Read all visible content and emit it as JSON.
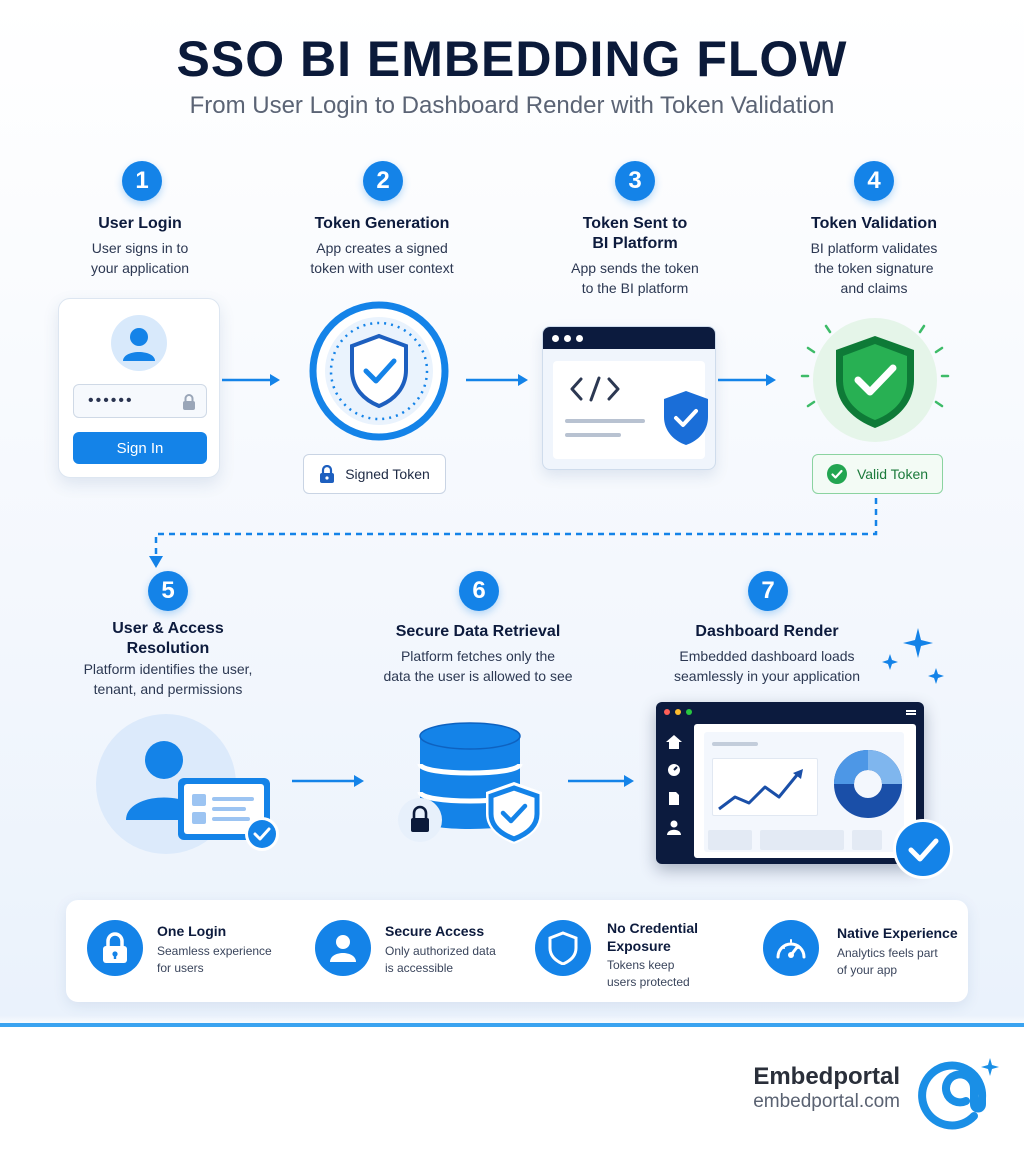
{
  "header": {
    "title": "SSO BI EMBEDDING FLOW",
    "subtitle": "From User Login to Dashboard Render with Token Validation"
  },
  "steps": [
    {
      "number": "1",
      "title_lines": [
        "User Login"
      ],
      "desc_lines": [
        "User signs in to",
        "your application"
      ]
    },
    {
      "number": "2",
      "title_lines": [
        "Token Generation"
      ],
      "desc_lines": [
        "App creates a signed",
        "token with user context"
      ]
    },
    {
      "number": "3",
      "title_lines": [
        "Token Sent to",
        "BI Platform"
      ],
      "desc_lines": [
        "App sends the token",
        "to the BI platform"
      ]
    },
    {
      "number": "4",
      "title_lines": [
        "Token Validation"
      ],
      "desc_lines": [
        "BI platform validates",
        "the token signature",
        "and claims"
      ]
    },
    {
      "number": "5",
      "title_lines": [
        "User & Access",
        "Resolution"
      ],
      "desc_lines": [
        "Platform identifies the user,",
        "tenant, and permissions"
      ]
    },
    {
      "number": "6",
      "title_lines": [
        "Secure Data Retrieval"
      ],
      "desc_lines": [
        "Platform fetches only the",
        "data the user is allowed to see"
      ]
    },
    {
      "number": "7",
      "title_lines": [
        "Dashboard Render"
      ],
      "desc_lines": [
        "Embedded dashboard loads",
        "seamlessly in your application"
      ]
    }
  ],
  "login_card": {
    "password_mask": "••••••",
    "signin_label": "Sign In"
  },
  "badges": {
    "signed_token": "Signed Token",
    "valid_token": "Valid Token"
  },
  "benefits": [
    {
      "title_lines": [
        "One Login"
      ],
      "desc_lines": [
        "Seamless experience",
        "for users"
      ],
      "icon": "lock-icon"
    },
    {
      "title_lines": [
        "Secure Access"
      ],
      "desc_lines": [
        "Only authorized data",
        "is accessible"
      ],
      "icon": "user-icon"
    },
    {
      "title_lines": [
        "No Credential",
        "Exposure"
      ],
      "desc_lines": [
        "Tokens keep",
        "users protected"
      ],
      "icon": "shield-icon"
    },
    {
      "title_lines": [
        "Native Experience"
      ],
      "desc_lines": [
        "Analytics feels part",
        "of your app"
      ],
      "icon": "speedometer-icon"
    }
  ],
  "footer": {
    "brand_name": "Embedportal",
    "brand_url": "embedportal.com"
  },
  "colors": {
    "primary": "#1483e8",
    "navy": "#0b1a3a",
    "success": "#22a551"
  }
}
